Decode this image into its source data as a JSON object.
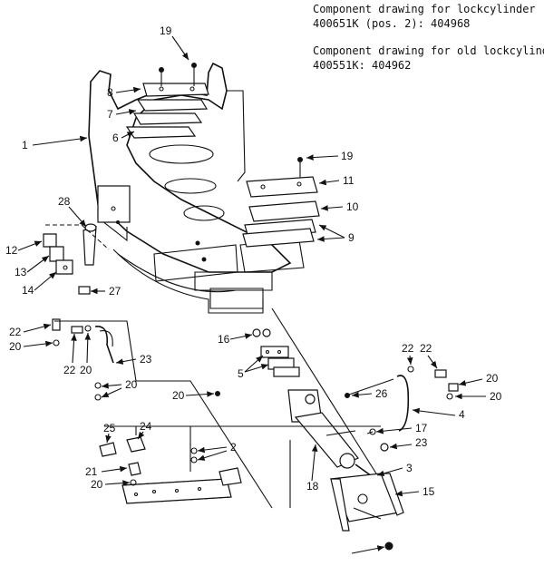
{
  "header": {
    "line1": "Component drawing for lockcylinder",
    "line2": "400651K (pos. 2): 404968",
    "line3": "Component drawing for old lockcylinder",
    "line4": "400551K: 404962"
  },
  "callouts": [
    "19",
    "8",
    "7",
    "6",
    "1",
    "19",
    "11",
    "10",
    "9",
    "28",
    "12",
    "13",
    "14",
    "27",
    "22",
    "20",
    "22",
    "20",
    "23",
    "20",
    "16",
    "5",
    "20",
    "22",
    "22",
    "20",
    "20",
    "26",
    "25",
    "24",
    "21",
    "20",
    "2",
    "18",
    "17",
    "23",
    "4",
    "3",
    "15"
  ]
}
